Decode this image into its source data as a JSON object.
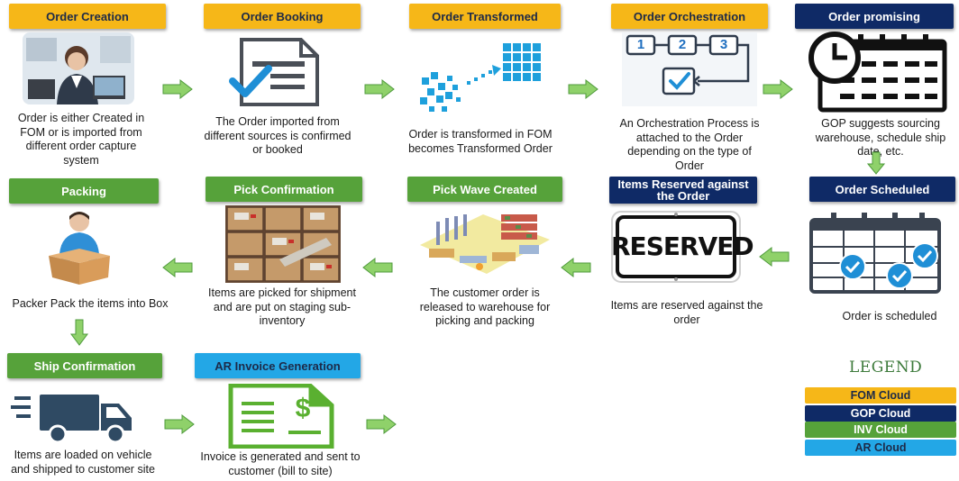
{
  "steps": [
    {
      "id": "order-creation",
      "title": "Order Creation",
      "desc": "Order is either Created in FOM or is imported from different order capture system"
    },
    {
      "id": "order-booking",
      "title": "Order Booking",
      "desc": "The Order imported from different sources is confirmed or booked"
    },
    {
      "id": "order-transformed",
      "title": "Order Transformed",
      "desc": "Order is transformed in FOM becomes Transformed Order"
    },
    {
      "id": "order-orchestration",
      "title": "Order Orchestration",
      "desc": "An Orchestration Process is attached to the Order depending on the type of Order"
    },
    {
      "id": "order-promising",
      "title": "Order promising",
      "desc": "GOP suggests sourcing warehouse, schedule ship date, etc."
    },
    {
      "id": "order-scheduled",
      "title": "Order Scheduled",
      "desc": "Order is scheduled"
    },
    {
      "id": "items-reserved",
      "title": "Items Reserved against the Order",
      "desc": "Items are reserved against the order"
    },
    {
      "id": "pick-wave",
      "title": "Pick Wave Created",
      "desc": "The customer order is released to warehouse for picking and packing"
    },
    {
      "id": "pick-confirmation",
      "title": "Pick Confirmation",
      "desc": "Items are picked for shipment and are put on staging sub-inventory"
    },
    {
      "id": "packing",
      "title": "Packing",
      "desc": "Packer Pack the items into Box"
    },
    {
      "id": "ship-confirmation",
      "title": "Ship Confirmation",
      "desc": "Items are loaded on vehicle and shipped to customer site"
    },
    {
      "id": "ar-invoice",
      "title": "AR Invoice Generation",
      "desc": "Invoice is generated and sent to customer (bill to site)"
    }
  ],
  "icons": {
    "orchestration_numbers": [
      "1",
      "2",
      "3"
    ],
    "reserved_sign": "RESERVED",
    "invoice_symbol": "$"
  },
  "legend": {
    "title": "LEGEND",
    "items": [
      {
        "label": "FOM Cloud",
        "color": "#f6b718"
      },
      {
        "label": "GOP Cloud",
        "color": "#0f2a66"
      },
      {
        "label": "INV Cloud",
        "color": "#56a23a"
      },
      {
        "label": "AR Cloud",
        "color": "#23a7e6"
      }
    ]
  },
  "colors": {
    "fom": "#f6b718",
    "gop": "#0f2a66",
    "inv": "#56a23a",
    "ar": "#23a7e6",
    "arrow": "#8fd16a"
  }
}
